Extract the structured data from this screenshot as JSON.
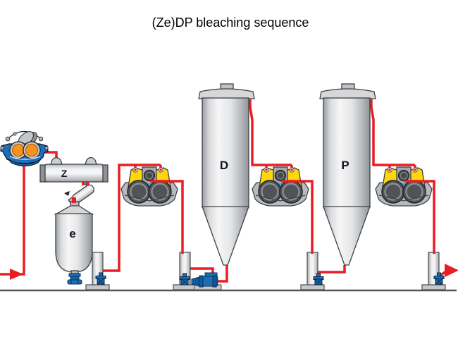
{
  "title": "(Ze)DP bleaching sequence",
  "equipment": {
    "feed_press": {
      "name": "pulp feed press"
    },
    "z_mixer": {
      "label": "Z"
    },
    "chute_mixer": {
      "name": "angled chute mixer"
    },
    "e_tower": {
      "label": "e"
    },
    "d_tower": {
      "label": "D"
    },
    "p_tower": {
      "label": "P"
    },
    "washers": {
      "count": 3,
      "name": "twin-roll wash press"
    },
    "mc_pump": {
      "name": "MC pump"
    }
  },
  "flow": {
    "inlet": "pulp in (left arrow)",
    "outlet": "bleached pulp out (right arrow)"
  },
  "colors": {
    "pipe_red": "#ec1c24",
    "equipment_blue": "#1b6fb8",
    "roller_orange": "#f6921e",
    "lug_yellow": "#ffd60a",
    "metal_grey": "#c6c9cc",
    "label_navy": "#14141f"
  }
}
